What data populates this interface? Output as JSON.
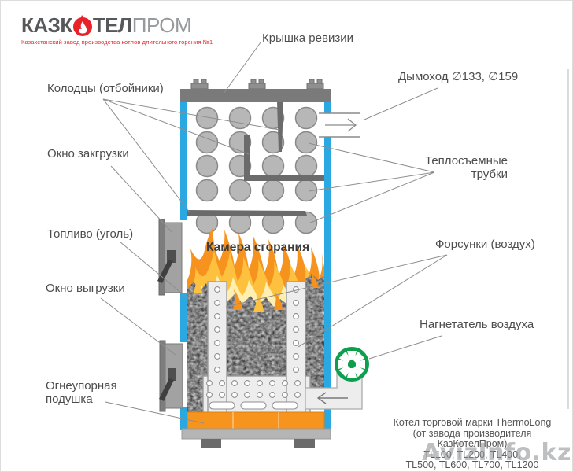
{
  "logo": {
    "part1": "КАЗК",
    "part2": "ТЕЛ",
    "part3": "ПРОМ",
    "tagline": "Казахстанский завод производства котлов длительного горения №1"
  },
  "labels": {
    "revision_cover": "Крышка ревизии",
    "chimney": "Дымоход ∅133, ∅159",
    "baffles": "Колодцы (отбойники)",
    "loading_window": "Окно закгрузки",
    "fuel": "Топливо (уголь)",
    "unloading_window": "Окно выгрузки",
    "refractory_pad": "Огнеупорная подушка",
    "heat_tubes_line1": "Теплосъемные",
    "heat_tubes_line2": "трубки",
    "nozzles": "Форсунки (воздух)",
    "air_blower": "Нагнетатель воздуха",
    "combustion_chamber": "Камера сгорания"
  },
  "footer": {
    "line1": "Котел торговой марки ThermoLong",
    "line2": "(от завода производителя КазКотелПром)",
    "line3": "TL100, TL200, TL400,",
    "line4": "TL500, TL600, TL700, TL1200"
  },
  "watermark": "AvizInfo.kz",
  "colors": {
    "wall_blue": "#29a8e1",
    "lid_gray": "#7a7a7a",
    "flame_orange": "#f6921e",
    "flame_yellow": "#fdc13f",
    "refractory_orange": "#f7941d",
    "fan_green": "#0e9f4e",
    "logo_red": "#e8222a"
  }
}
